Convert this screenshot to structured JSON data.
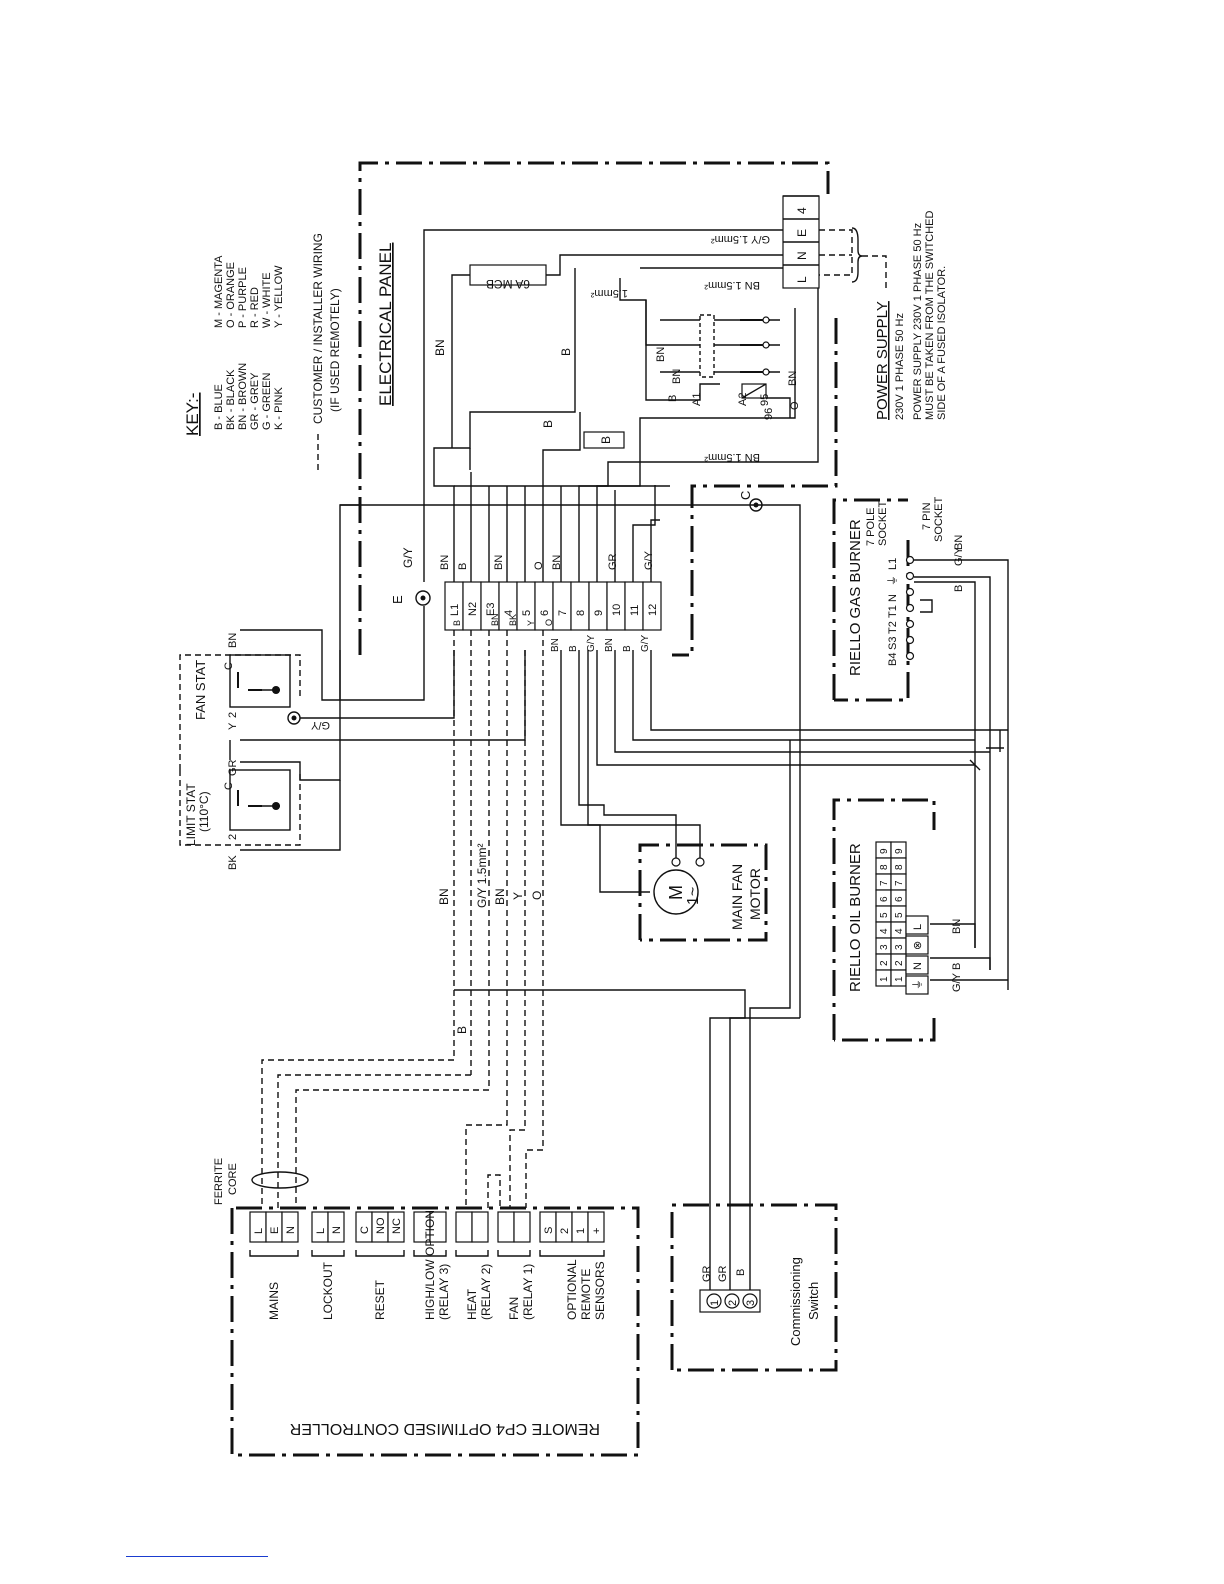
{
  "key": {
    "title": "KEY:-",
    "col1": [
      "B  - BLUE",
      "BK - BLACK",
      "BN - BROWN",
      "GR - GREY",
      "G  - GREEN",
      "K  - PINK"
    ],
    "col2": [
      "M - MAGENTA",
      "O - ORANGE",
      "P - PURPLE",
      "R - RED",
      "W - WHITE",
      "Y - YELLOW"
    ],
    "customer_line1": "CUSTOMER / INSTALLER WIRING",
    "customer_line2": "(IF USED REMOTELY)"
  },
  "electrical_panel": {
    "title": "ELECTRICAL PANEL",
    "terminals": [
      "L1",
      "N2",
      "E3",
      "4",
      "5",
      "6",
      "7",
      "8",
      "9",
      "10",
      "11",
      "12"
    ],
    "top_wires": [
      "BN",
      "B",
      "BN",
      "O",
      "BN",
      "GR",
      "G/Y"
    ],
    "bottom_wires": [
      "BN",
      "B",
      "G/Y",
      "BN",
      "B",
      "G/Y"
    ],
    "ext_wires": [
      "B",
      "BN",
      "BK",
      "Y",
      "O"
    ],
    "earth_label": "E",
    "ge_label": "G/Y",
    "mcb": "6A MCB",
    "wire_gy": "G/Y  1.5mm²",
    "wire_bn1": "BN  1.5mm²",
    "wire_15": "1.5mm²",
    "wire_bn2": "BN  1.5mm²",
    "vert_bn": "BN",
    "vert_b1": "B",
    "vert_b2": "B",
    "vert_b3": "B",
    "c_label": "C"
  },
  "contactor": {
    "labels": [
      "B",
      "BN",
      "BN",
      "BN",
      "A1",
      "A2",
      "95",
      "96",
      "O"
    ]
  },
  "power_supply": {
    "terminals": [
      "L",
      "N",
      "E",
      "4"
    ],
    "title": "POWER SUPPLY",
    "line1": "230V 1 PHASE 50 Hz",
    "note1": "POWER SUPPLY 230V 1 PHASE 50 Hz",
    "note2": "MUST BE TAKEN FROM THE SWITCHED",
    "note3": "SIDE OF A FUSED ISOLATOR."
  },
  "gas_burner": {
    "title": "RIELLO GAS BURNER",
    "socket1": "7 POLE",
    "socket2": "SOCKET",
    "pin1": "7 PIN",
    "pin2": "SOCKET",
    "pins": [
      "L1",
      "⏚",
      "N",
      "T1",
      "T2",
      "S3",
      "B4"
    ],
    "wires": [
      "BN",
      "G/Y",
      "B"
    ]
  },
  "oil_burner": {
    "title": "RIELLO OIL BURNER",
    "top_row": [
      "9",
      "8",
      "7",
      "6",
      "5",
      "4",
      "3",
      "2",
      "1"
    ],
    "bottom_row": [
      "9",
      "8",
      "7",
      "6",
      "5",
      "4",
      "3",
      "2",
      "1"
    ],
    "side_terms": [
      "L",
      "⊗",
      "N",
      "⏚"
    ],
    "wires": [
      "BN",
      "B",
      "G/Y"
    ]
  },
  "fan_stat": {
    "title": "FAN STAT",
    "labels": [
      "C",
      "BN",
      "Y",
      "2",
      "G/Y"
    ]
  },
  "limit_stat": {
    "title1": "LIMIT STAT",
    "title2": "(110°C)",
    "labels": [
      "C",
      "GR",
      "BK",
      "2"
    ]
  },
  "fan_motor": {
    "m": "M",
    "phase": "1~",
    "title1": "MAIN FAN",
    "title2": "MOTOR"
  },
  "cable_labels": [
    "BN",
    "G/Y  1.5mm²",
    "BN",
    "Y",
    "O",
    "B"
  ],
  "ferrite": {
    "line1": "FERRITE",
    "line2": "CORE"
  },
  "controller": {
    "title": "REMOTE CP4 OPTIMISED CONTROLLER",
    "groups": [
      {
        "terms": [
          "L",
          "E",
          "N"
        ],
        "label": "MAINS"
      },
      {
        "terms": [
          "L",
          "N"
        ],
        "label": "LOCKOUT"
      },
      {
        "terms": [
          "C",
          "NO",
          "NC"
        ],
        "label": "RESET"
      },
      {
        "terms": [
          "",
          ""
        ],
        "label": "HIGH/LOW OPTION",
        "label2": "(RELAY 3)"
      },
      {
        "terms": [
          "",
          ""
        ],
        "label": "HEAT",
        "label2": "(RELAY 2)"
      },
      {
        "terms": [
          "",
          ""
        ],
        "label": "FAN",
        "label2": "(RELAY 1)"
      },
      {
        "terms": [
          "S",
          "2",
          "1",
          "+"
        ],
        "label": "OPTIONAL",
        "label2": "REMOTE",
        "label3": "SENSORS"
      }
    ]
  },
  "commissioning": {
    "title1": "Commissioning",
    "title2": "Switch",
    "terms": [
      "1",
      "2",
      "3"
    ],
    "wires": [
      "GR",
      "GR",
      "B"
    ]
  }
}
